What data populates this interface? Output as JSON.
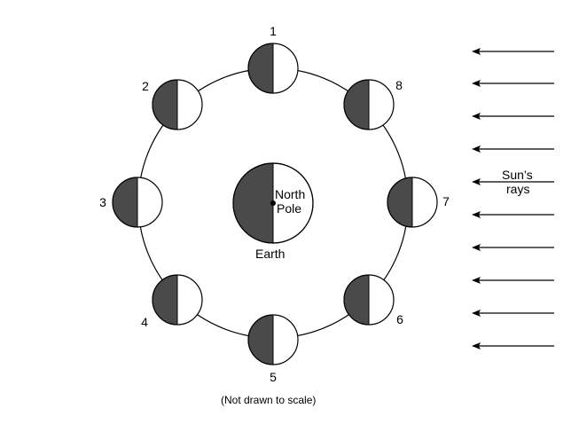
{
  "colors": {
    "shadow": "#4a4a4a",
    "lit": "#ffffff",
    "stroke": "#000000"
  },
  "moon_positions": [
    {
      "label": "1"
    },
    {
      "label": "2"
    },
    {
      "label": "3"
    },
    {
      "label": "4"
    },
    {
      "label": "5"
    },
    {
      "label": "6"
    },
    {
      "label": "7"
    },
    {
      "label": "8"
    }
  ],
  "earth": {
    "label": "Earth",
    "pole_line1": "North",
    "pole_line2": "Pole"
  },
  "sun": {
    "label_line1": "Sun’s",
    "label_line2": "rays",
    "arrow_count": 10
  },
  "note": "(Not drawn to scale)"
}
